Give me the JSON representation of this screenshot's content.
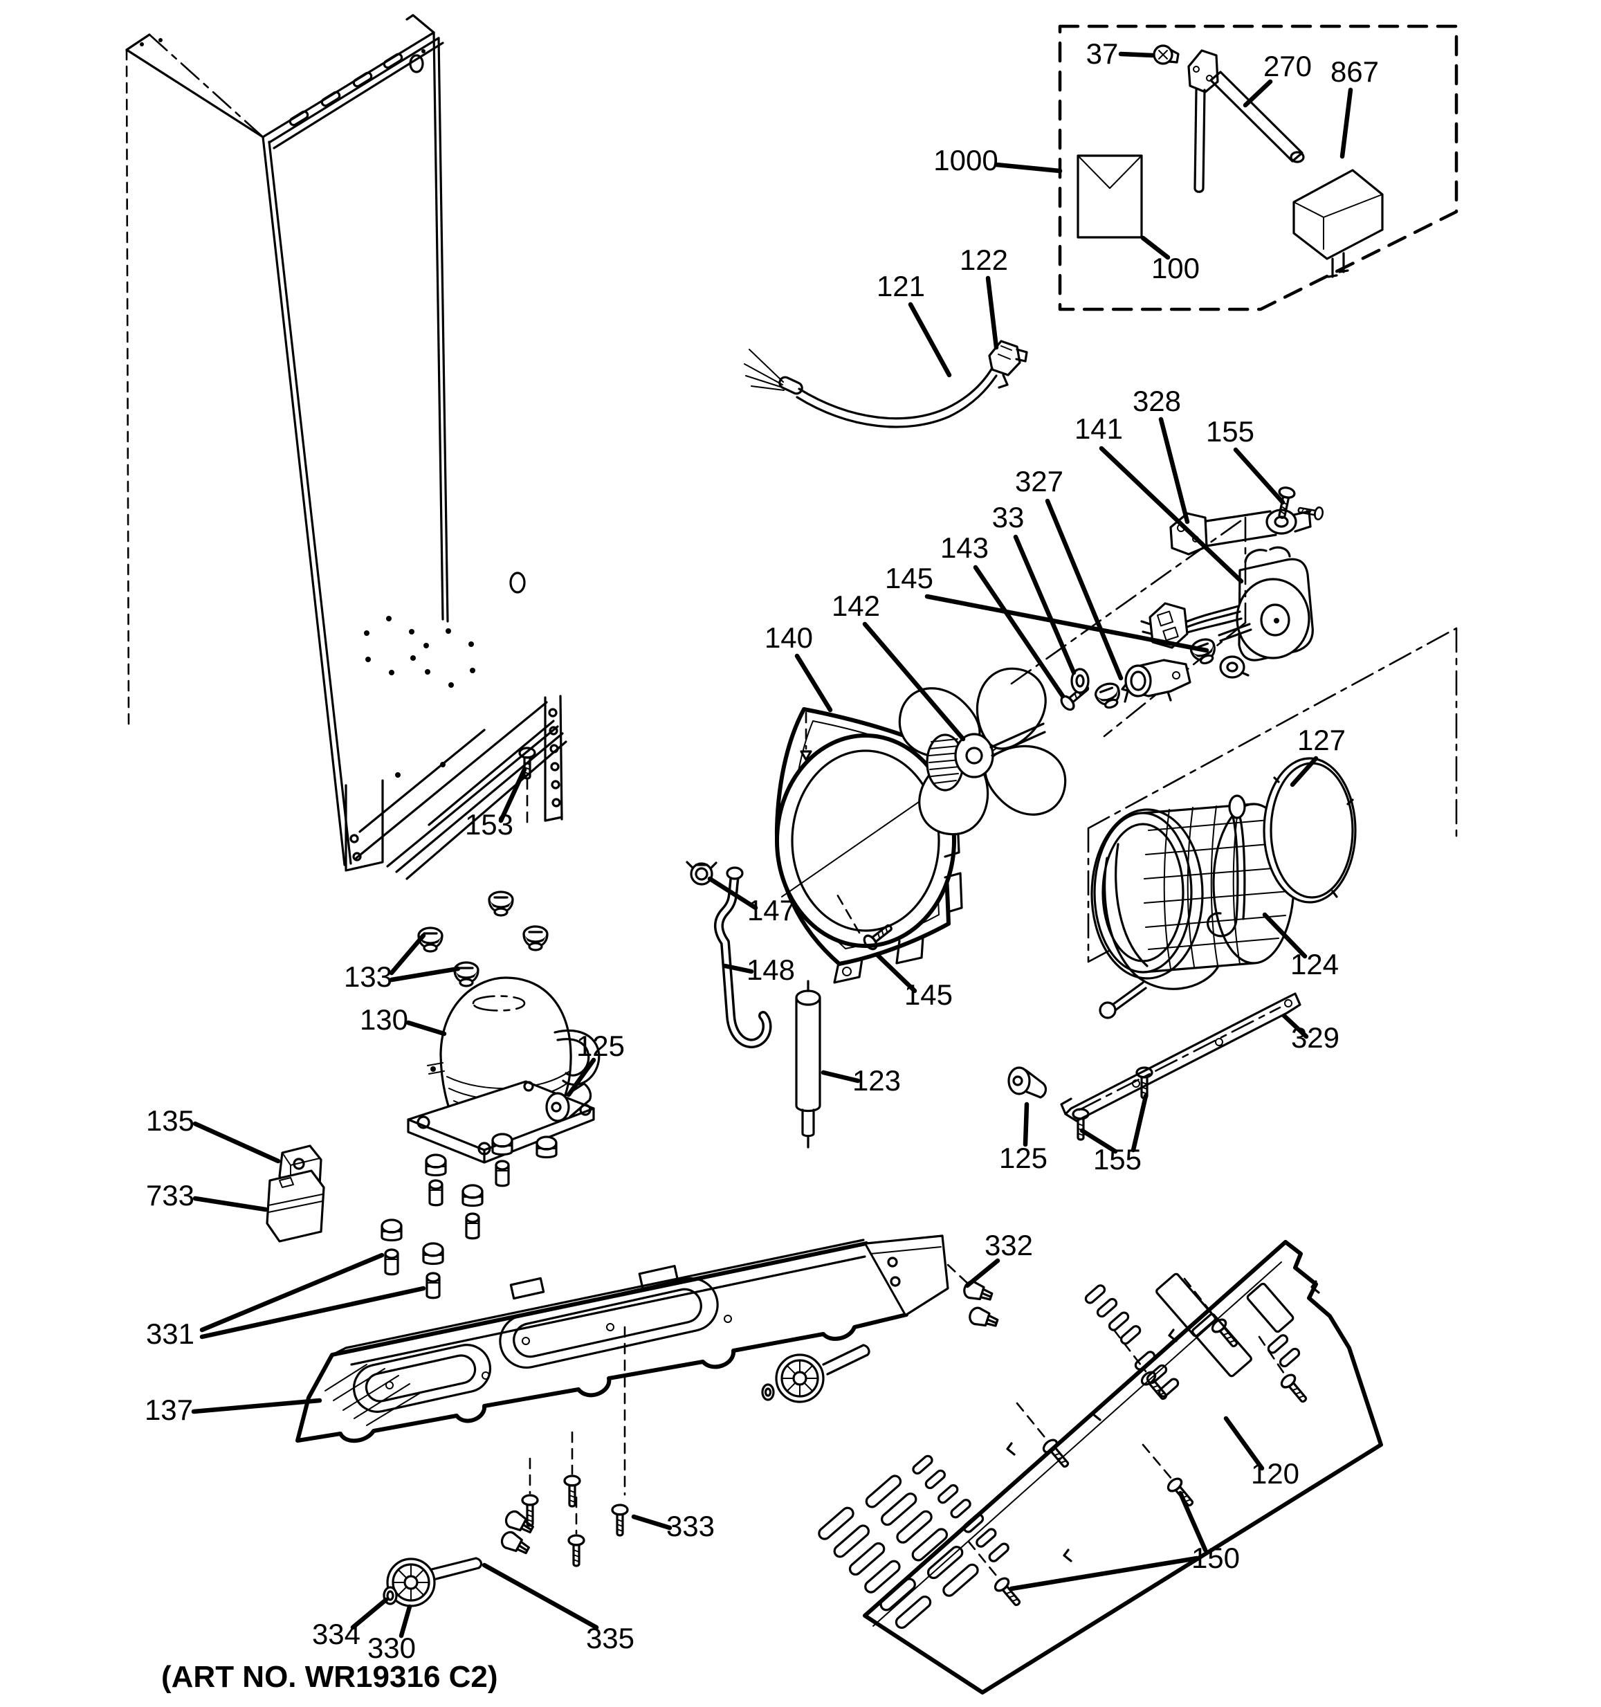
{
  "document": {
    "type": "exploded-parts-diagram",
    "subject": "refrigerator sealed system / machine compartment",
    "art_no": "(ART NO. WR19316 C2)",
    "colors": {
      "line": "#000000",
      "background": "#ffffff"
    }
  },
  "labels": [
    {
      "text": "37"
    },
    {
      "text": "270"
    },
    {
      "text": "867"
    },
    {
      "text": "1000"
    },
    {
      "text": "100"
    },
    {
      "text": "121"
    },
    {
      "text": "122"
    },
    {
      "text": "328"
    },
    {
      "text": "141"
    },
    {
      "text": "155"
    },
    {
      "text": "327"
    },
    {
      "text": "33"
    },
    {
      "text": "143"
    },
    {
      "text": "145"
    },
    {
      "text": "142"
    },
    {
      "text": "140"
    },
    {
      "text": "127"
    },
    {
      "text": "124"
    },
    {
      "text": "329"
    },
    {
      "text": "153"
    },
    {
      "text": "147"
    },
    {
      "text": "148"
    },
    {
      "text": "145"
    },
    {
      "text": "133"
    },
    {
      "text": "130"
    },
    {
      "text": "125"
    },
    {
      "text": "123"
    },
    {
      "text": "125"
    },
    {
      "text": "155"
    },
    {
      "text": "135"
    },
    {
      "text": "733"
    },
    {
      "text": "331"
    },
    {
      "text": "137"
    },
    {
      "text": "332"
    },
    {
      "text": "333"
    },
    {
      "text": "120"
    },
    {
      "text": "150"
    },
    {
      "text": "334"
    },
    {
      "text": "330"
    },
    {
      "text": "335"
    }
  ]
}
